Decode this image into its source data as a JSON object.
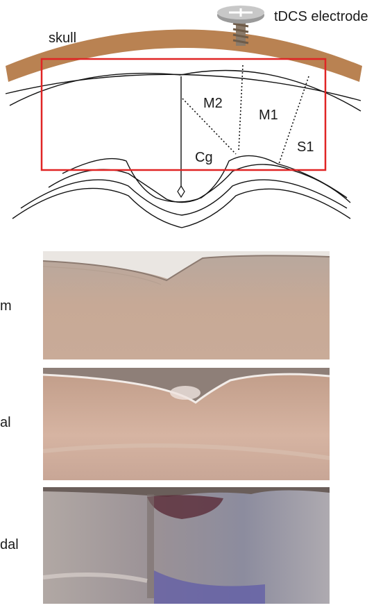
{
  "diagram": {
    "skull_label": "skull",
    "electrode_label": "tDCS electrode",
    "regions": [
      "M2",
      "M1",
      "Cg",
      "S1"
    ],
    "colors": {
      "skull": "#b98252",
      "roi_box": "#e02424",
      "electrode": "#8a8a8a"
    }
  },
  "photos": {
    "side_labels": [
      "m",
      "al",
      "dal"
    ]
  }
}
